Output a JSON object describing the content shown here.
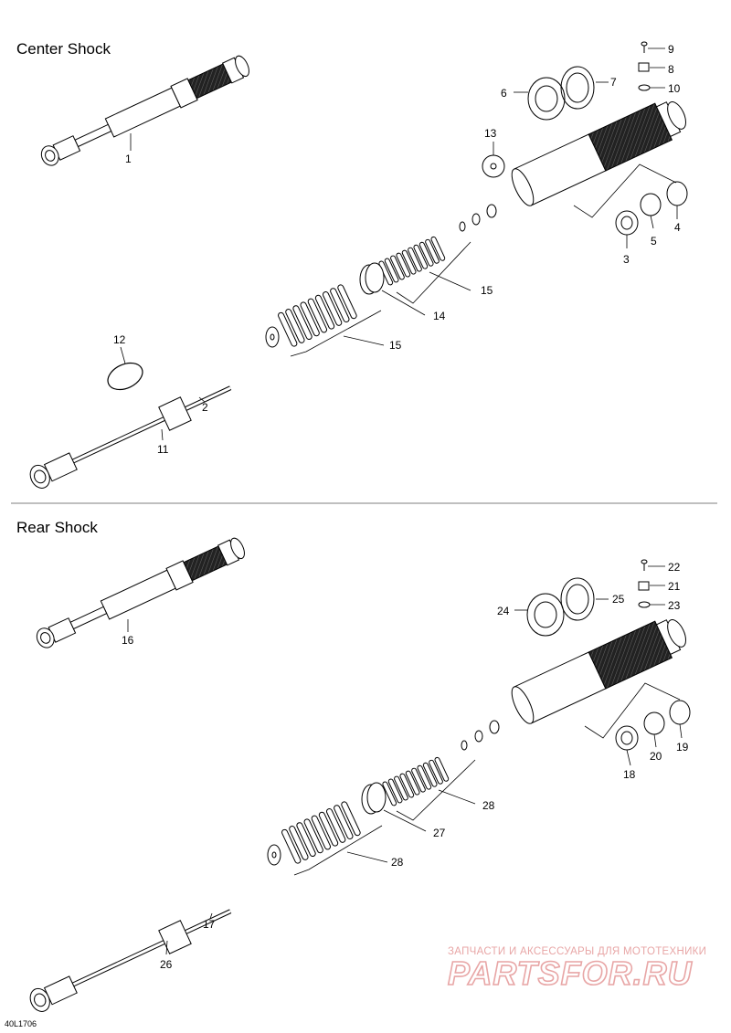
{
  "sections": {
    "center_title": "Center Shock",
    "rear_title": "Rear Shock"
  },
  "center_parts": [
    "1",
    "2",
    "3",
    "4",
    "5",
    "6",
    "7",
    "8",
    "9",
    "10",
    "11",
    "12",
    "13",
    "14",
    "15",
    "15"
  ],
  "rear_parts": [
    "16",
    "17",
    "18",
    "19",
    "20",
    "21",
    "22",
    "23",
    "24",
    "25",
    "26",
    "27",
    "28",
    "28"
  ],
  "footer": {
    "drawing_code": "40L1706",
    "watermark_tagline": "ЗАПЧАСТИ И АКСЕССУАРЫ ДЛЯ МОТОТЕХНИКИ",
    "watermark_brand": "PARTSFOR.RU"
  },
  "colors": {
    "line": "#000000",
    "watermark": "#e8a6a6",
    "divider": "#555555"
  }
}
